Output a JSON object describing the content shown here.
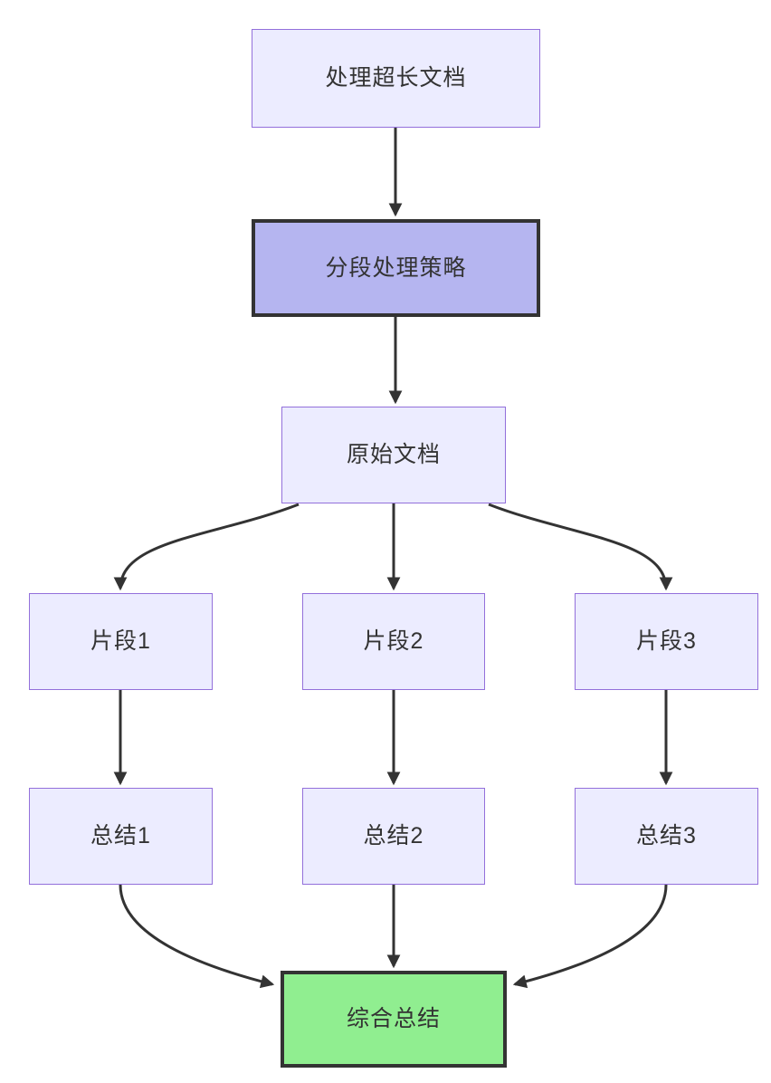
{
  "diagram": {
    "type": "flowchart",
    "direction": "top-down",
    "nodes": [
      {
        "id": "A",
        "label": "处理超长文档",
        "kind": "default"
      },
      {
        "id": "B",
        "label": "分段处理策略",
        "kind": "emphasis"
      },
      {
        "id": "C",
        "label": "原始文档",
        "kind": "default"
      },
      {
        "id": "D",
        "label": "片段1",
        "kind": "default"
      },
      {
        "id": "E",
        "label": "片段2",
        "kind": "default"
      },
      {
        "id": "F",
        "label": "片段3",
        "kind": "default"
      },
      {
        "id": "G",
        "label": "总结1",
        "kind": "default"
      },
      {
        "id": "H",
        "label": "总结2",
        "kind": "default"
      },
      {
        "id": "I",
        "label": "总结3",
        "kind": "default"
      },
      {
        "id": "J",
        "label": "综合总结",
        "kind": "success"
      }
    ],
    "edges": [
      {
        "from": "处理超长文档",
        "to": "分段处理策略"
      },
      {
        "from": "分段处理策略",
        "to": "原始文档"
      },
      {
        "from": "原始文档",
        "to": "片段1"
      },
      {
        "from": "原始文档",
        "to": "片段2"
      },
      {
        "from": "原始文档",
        "to": "片段3"
      },
      {
        "from": "片段1",
        "to": "总结1"
      },
      {
        "from": "片段2",
        "to": "总结2"
      },
      {
        "from": "片段3",
        "to": "总结3"
      },
      {
        "from": "总结1",
        "to": "综合总结"
      },
      {
        "from": "总结2",
        "to": "综合总结"
      },
      {
        "from": "总结3",
        "to": "综合总结"
      }
    ],
    "colors": {
      "background": "#FFFFFF",
      "node_fill": "#ECECFF",
      "node_border": "#9370DB",
      "emphasis_fill": "#B5B5F0",
      "emphasis_border": "#333333",
      "success_fill": "#90EE90",
      "success_border": "#333333",
      "edge": "#333333",
      "text": "#333333"
    }
  }
}
